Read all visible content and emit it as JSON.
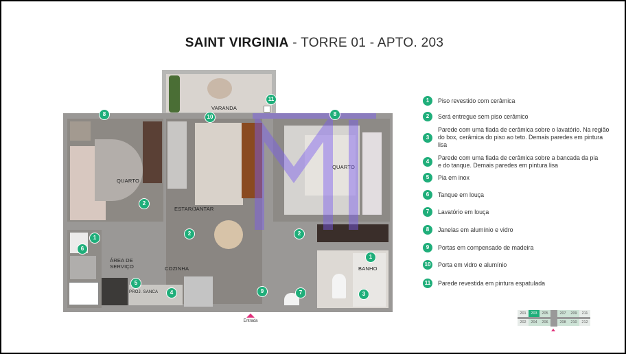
{
  "title": {
    "bold": "SAINT VIRGINIA",
    "separator": " - ",
    "rest": "TORRE 01 - APTO. 203"
  },
  "rooms": {
    "varanda": "VARANDA",
    "quarto_1": "QUARTO",
    "estar_jantar": "ESTAR/JANTAR",
    "area_servico_1": "ÁREA DE",
    "area_servico_2": "SERVIÇO",
    "cozinha": "COZINHA",
    "quarto_2": "QUARTO",
    "banho": "BANHO",
    "proj_sanca": "PROJ. SANCA"
  },
  "plan_badges": [
    {
      "n": "8",
      "where": "quarto-1-window"
    },
    {
      "n": "10",
      "where": "varanda-door"
    },
    {
      "n": "11",
      "where": "varanda-wall"
    },
    {
      "n": "8",
      "where": "quarto-2-window"
    },
    {
      "n": "2",
      "where": "quarto-1-floor"
    },
    {
      "n": "2",
      "where": "estar-floor"
    },
    {
      "n": "2",
      "where": "hall-floor"
    },
    {
      "n": "1",
      "where": "area-servico-floor"
    },
    {
      "n": "6",
      "where": "tanque"
    },
    {
      "n": "5",
      "where": "pia"
    },
    {
      "n": "4",
      "where": "bancada"
    },
    {
      "n": "9",
      "where": "entrance-door"
    },
    {
      "n": "7",
      "where": "lavatorio"
    },
    {
      "n": "1",
      "where": "banho-floor"
    },
    {
      "n": "3",
      "where": "banho-wall"
    }
  ],
  "legend": [
    {
      "n": "1",
      "text": "Piso revestido com cerâmica"
    },
    {
      "n": "2",
      "text": "Será entregue sem piso cerâmico"
    },
    {
      "n": "3",
      "text": "Parede com uma fiada de cerâmica sobre o lavatório. Na região do box, cerâmica do piso ao teto. Demais paredes em pintura lisa"
    },
    {
      "n": "4",
      "text": "Parede com uma fiada de cerâmica sobre a bancada da pia e  do tanque. Demais paredes em pintura lisa"
    },
    {
      "n": "5",
      "text": "Pia em inox"
    },
    {
      "n": "6",
      "text": "Tanque em louça"
    },
    {
      "n": "7",
      "text": "Lavatório em louça"
    },
    {
      "n": "8",
      "text": "Janelas em alumínio e vidro"
    },
    {
      "n": "9",
      "text": "Portas em compensado de madeira"
    },
    {
      "n": "10",
      "text": "Porta em vidro e alumínio"
    },
    {
      "n": "11",
      "text": "Parede revestida em pintura espatulada"
    }
  ],
  "keyplan": {
    "top_row": [
      "201",
      "203",
      "205",
      "207",
      "209",
      "211"
    ],
    "bottom_row": [
      "202",
      "204",
      "206",
      "208",
      "210",
      "212"
    ],
    "active": "203"
  },
  "entrance": {
    "label": "Entrada"
  },
  "colors": {
    "badge_green": "#1fae7a",
    "entrance_pink": "#e0307a",
    "watermark_purple": "#7b5cf0"
  }
}
